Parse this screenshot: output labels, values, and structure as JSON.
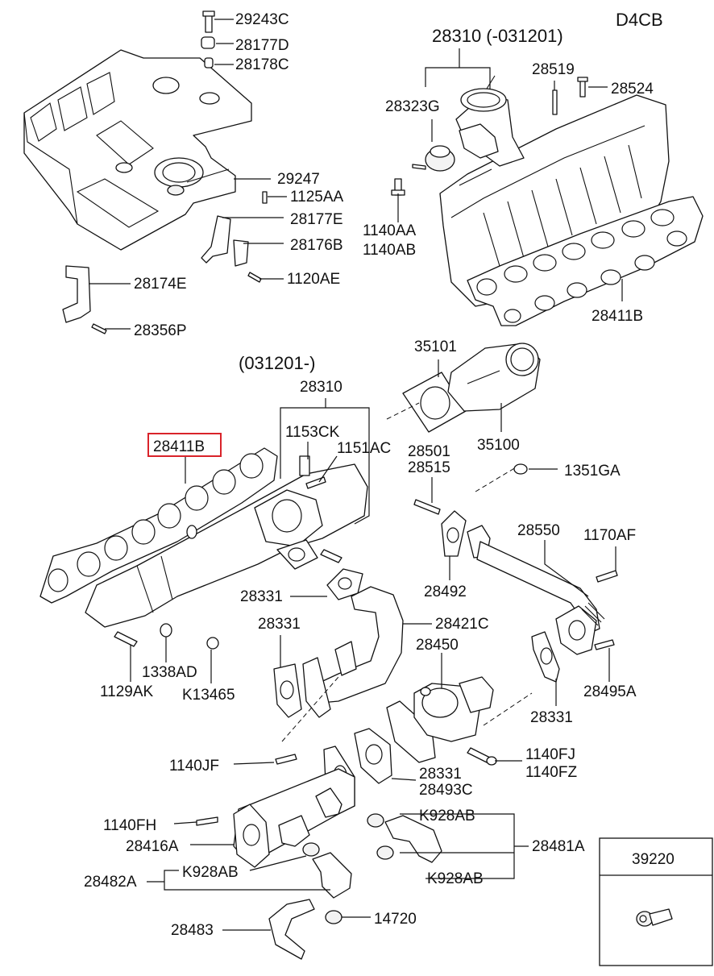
{
  "engine_code": "D4CB",
  "highlight_part": "28411B",
  "labels": {
    "p29243C": "29243C",
    "p28177D": "28177D",
    "p28178C": "28178C",
    "p29247": "29247",
    "p1125AA": "1125AA",
    "p28177E": "28177E",
    "p28176B": "28176B",
    "p1120AE": "1120AE",
    "p28174E": "28174E",
    "p28356P": "28356P",
    "p28310_top": "28310 (-031201)",
    "p28323G": "28323G",
    "p28519": "28519",
    "p28524": "28524",
    "p1140AA": "1140AA",
    "p1140AB": "1140AB",
    "p28411B_top": "28411B",
    "p031201": "(031201-)",
    "p28310_mid": "28310",
    "p35101": "35101",
    "p35100": "35100",
    "p1153CK": "1153CK",
    "p1151AC": "1151AC",
    "p28411B_boxed": "28411B",
    "p28501": "28501",
    "p28515": "28515",
    "p1351GA": "1351GA",
    "p28550": "28550",
    "p1170AF": "1170AF",
    "p28492": "28492",
    "p28331_a": "28331",
    "p28331_b": "28331",
    "p28421C": "28421C",
    "p28450": "28450",
    "p1338AD": "1338AD",
    "p1129AK": "1129AK",
    "p K13465": "K13465",
    "p28495A": "28495A",
    "p28331_c": "28331",
    "p1140FJ": "1140FJ",
    "p1140FZ": "1140FZ",
    "p1140JF": "1140JF",
    "p28331_d": "28331",
    "p28493C": "28493C",
    "p1140FH": "1140FH",
    "pK928AB_a": "K928AB",
    "p28481A": "28481A",
    "p28416A": "28416A",
    "pK928AB_b": "K928AB",
    "pK928AB_c": "K928AB",
    "p28482A": "28482A",
    "p14720": "14720",
    "p28483": "28483",
    "p39220": "39220"
  }
}
